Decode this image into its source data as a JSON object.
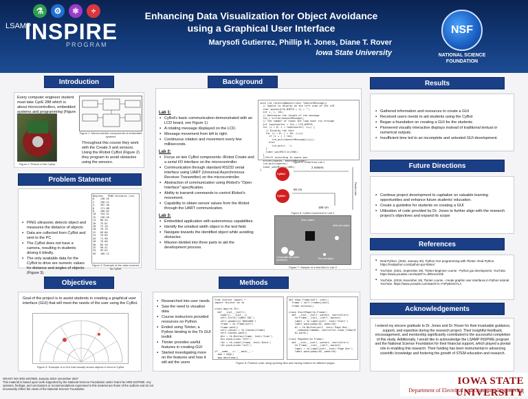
{
  "header": {
    "title": "Enhancing Data Visualization for Object Avoidance using a Graphical User Interface",
    "authors": "Marysofi Gutierrez, Phillip H. Jones, Diane T. Rover",
    "university": "Iowa State University",
    "logo_left_small": "LSAMP",
    "logo_left_big": "INSPIRE",
    "logo_left_sub": "PROGRAM",
    "nsf_logo": "NSF",
    "nsf_caption": "NATIONAL SCIENCE FOUNDATION"
  },
  "colors": {
    "header": "#123a7a",
    "panel_header": "#1b3f86",
    "isu_red": "#9a0f12"
  },
  "introduction": {
    "title": "Introduction",
    "text1": "Every computer engineer student must take CprE 288 which is about microcontrollers, embedded systems and programming (Figure 1).",
    "text2": "Throughout this course they work with the Create 3 and sensors. Using the iRobot CyBot (Figure 2) they program to avoid obstacles using the sensors.",
    "fig1_cap": "Figure 1: Microcontroller components of embedded systems",
    "fig2_cap": "Figure 2: Picture of the CyBot"
  },
  "problem": {
    "title": "Problem Statement",
    "bullets": [
      "PING ultrasonic detects object and measures the distance of objects",
      "Data are collected from CyBot and sent to the PC",
      "The CyBot does not have a camera, resulting in students driving it blindly.",
      "The only available data for the CyBot to drive are numeric values for distance and angles of objects (Figure 3)."
    ],
    "table_header": "Degrees   PING Distance (cm)",
    "table_rows": [
      "0    140.45",
      "2    150.12",
      "4    162.30",
      "6    171.88",
      "8    160.02",
      "10   154.51",
      "12   130.20",
      "14   80.34",
      "16   75.81",
      "18   72.10",
      "20   70.76",
      "22   69.80",
      "24   70.05",
      "26   71.90",
      "28   76.66",
      "30   85.20",
      "32   90.41",
      "34   95.02",
      "36   100.12"
    ],
    "fig3_cap": "Figure 3: Example of the data received by CyBot"
  },
  "objectives": {
    "title": "Objectives",
    "text": "Goal of the project is to assist students in creating a graphical user interface (GUI) that will meet the needs of the user using the CyBot.",
    "fig_cap": "Figure 4: Example of a GUI that visually shows objects in front of CyBot"
  },
  "background": {
    "title": "Background",
    "lab1": "Lab 1:",
    "lab1_items": [
      "CyBot's basic communication demonstrated with an LCD board, see Figure 1)",
      "A rotating message displayed on the LCD.",
      "Message movement from left to right.",
      "Continuous rotation and movement every few milliseconds."
    ],
    "lab2": "Lab 2:",
    "lab2_items": [
      "Focus on two CyBot components: iRobot Create and a serial I/O interface on the microcontroller.",
      "Communication through standard RS232 serial interface using UART (Universal Asynchronous Receiver Transmitter) on the microcontroller.",
      "Abstraction of communication using iRobot's \"Open Interface\" specification.",
      "Ability to transmit commands to control iRobot's movement.",
      "Capability to obtain sensor values from the iRobot through the UART communication."
    ],
    "lab3": "Lab 3:",
    "lab3_items": [
      "Embedded application with autonomous capabilities.",
      "Identify the smallest width object in the test field.",
      "Navigate towards the identified object while avoiding obstacles.",
      "Mission divided into three parts to aid the development process."
    ],
    "code": "void lcd_rotatingBanner(char *bannerMessage){\n  // Spaces to display on the left side of the LCD\n  char spaces[LCD_WIDTH + 1] = \"\";\n  int i, j, len;\n  // Determine the length of the message\n  len = strlen(bannerMessage);\n  // The number of times the loop must run through\n  int loopCounter = len + LCD_WIDTH;\n  for (i = 0; i < loopCounter; i++) {\n    // Display the text\n    for (j = 0; j < 20; j++){\n      if (i + j < len)\n        lcd_putc(bannerMessage[i+j]);\n      else\n        lcd_putc(' ');\n    }\n    timer_waitMillis(300);\n  }\n  //Shift according to space_pos\n  strcat(spaces, bannerMessage);\n  lcd_puts(spaces);\n  timer_waitMillis(300);\n}",
    "fig5_cap": "Figure 5: Code from Lab 1",
    "fig6_cap": "Figure 6: CyBot movement in Lab 2",
    "fig7_cap": "Figure 7: Sample of a test field in Lab 3",
    "diag_label_cybot": "CyBot",
    "diag_label_2m": "2 meters",
    "diag_label_90": "90 cm",
    "diag_label_165": "165 cm",
    "diag_label_finish": "Finish Line",
    "field_label_short": "Short object",
    "field_label_wide": "Wide tall object",
    "field_label_comp": "Composite tall object (obstacle)",
    "field_label_thin": "Thin tall object"
  },
  "methods": {
    "title": "Methods",
    "bullets": [
      "Researched into user needs",
      "Saw the need to visualize data",
      "Course instructors provided resources on Python",
      "Ended using Tkinter, a Python binding to the Tk GUI toolkit",
      "Tkinter provides useful features in creating GUI",
      "Started investigating more on the features and how it will aid the users"
    ],
    "code_left": "from tkinter import *\nimport tkinter as tk\n\nclass App(tk.Tk):\n  def __init__(self):\n    super().__init__()\n    self.title('CyBot GUI')\n    self.geometry('800x600')\n    frame = tk.Frame(self)\n    frame.pack()\n    self.canvas = tk.Canvas(frame)\n    self.canvas.pack()\n    btn = tk.Button(frame, text='Scan')\n    btn.pack(side='left')\n    lbl = tk.Label(frame, text='Data')\n    lbl.pack(side='left')\n\nif __name__ == '__main__':\n  app = App()\n  app.mainloop()",
    "code_right": "def show_frame(self, cont):\n  frame = self.frames[cont]\n  frame.tkraise()\n\nclass StartPage(tk.Frame):\n  def __init__(self, parent, controller):\n    tk.Frame.__init__(self, parent)\n    label = tk.Label(self, text='Start')\n    label.pack(pady=10, padx=10)\n    b1 = tk.Button(self, text='Page One',\n      command=lambda: controller.show_frame(PageOne))\n    b1.pack()\n\nclass PageOne(tk.Frame):\n  def __init__(self, parent, controller):\n    tk.Frame.__init__(self, parent)\n    label = tk.Label(self, text='Page One')\n    label.pack(pady=10, padx=10)",
    "fig_cap": "Figure 8: Practice code using opening files and having buttons for different pages"
  },
  "results": {
    "title": "Results",
    "bullets": [
      "Gathered information and resources to create a GUI",
      "Received users needs to aid students using the CyBot",
      "Began a foundation on creating a GUI for the students",
      "Pioneered visually interactive displays instead of traditional textual or numerical outputs.",
      "Insufficient time led to an incomplete and untested GUI development."
    ]
  },
  "future": {
    "title": "Future Directions",
    "bullets": [
      "Continue project development to capitalize on valuable learning opportunities and enhance future students' education.",
      "Create a guideline for students on creating a GUI",
      "Utilization of code provided by Dr. Jones to further align with the research project's objectives and expand its scope"
    ]
  },
  "references": {
    "title": "References",
    "items": [
      "Real Python. (2022, January 30). Python GUI programming with Tkinter. Real Python. https://realpython.com/python-gui-tkinter/",
      "YouTube. (2021, September 29). Tkinter Beginner course - Python gui development. YouTube. https://www.youtube.com/watch?v=ibf5cx221hk",
      "YouTube. (2019, November 19). Tkinter course - create graphic user interfaces in Python tutorial. YouTube. https://www.youtube.com/watch?v=YXPyB4XeYLA"
    ]
  },
  "acknowledgements": {
    "title": "Acknowledgements",
    "text": "I extend my sincere gratitude to Dr. Jones and Dr. Rover for their invaluable guidance, support, and expertise during the research project. Their insightful feedback, encouragement, and mentorship significantly contributed to the successful completion of this study. Additionally, I would like to acknowledge the LSAMP INSPIRE program and the National Science Foundation for their financial support, which played a pivotal role in enabling this research. Their funding has been instrumental in advancing scientific knowledge and fostering the growth of STEM education and research."
  },
  "footer": {
    "note": "GRANT NO HRD-2207590, January 2023- December 2027\nThis material is based upon work supported by the National Science Foundation under Grant No HRD-2207590. Any opinions, findings, and conclusions or recommendations expressed in this material are those of the authors and do not necessarily reflect the views of the National Science Foundation.",
    "isu_name": "IOWA STATE UNIVERSITY",
    "isu_dept": "Department of Electrical and Computer Engineering"
  }
}
